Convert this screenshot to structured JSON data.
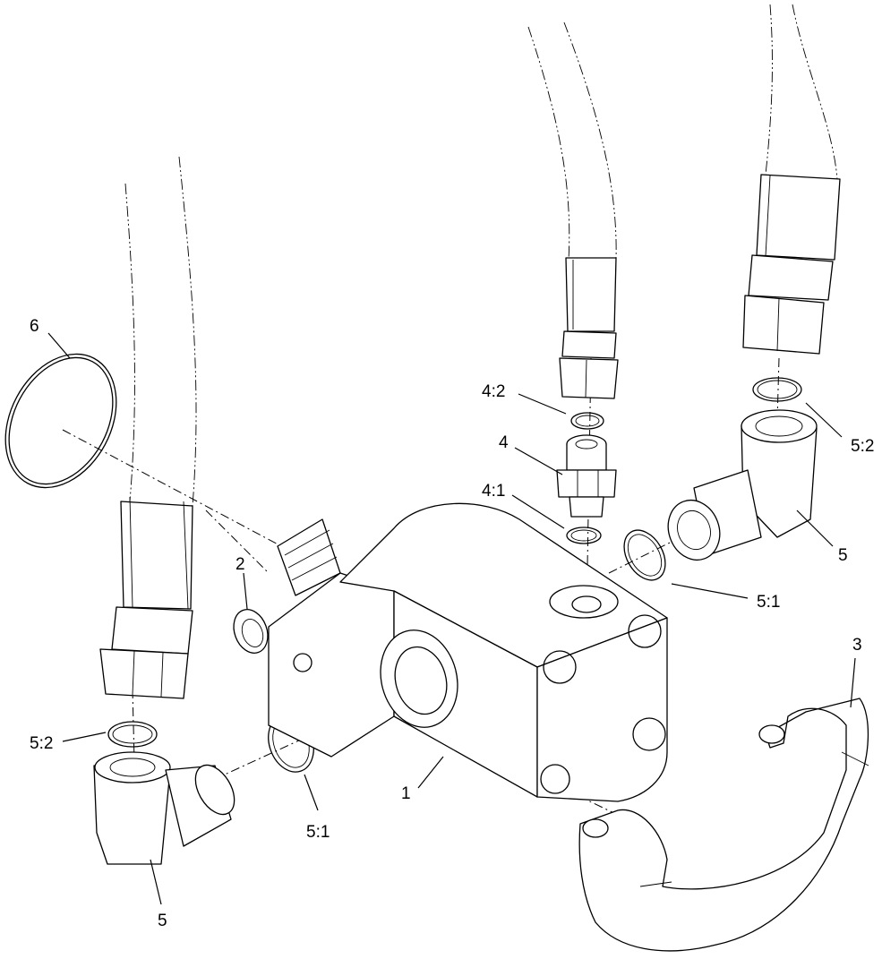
{
  "callouts": [
    {
      "id": "c6",
      "text": "6"
    },
    {
      "id": "c2",
      "text": "2"
    },
    {
      "id": "c1",
      "text": "1"
    },
    {
      "id": "c3",
      "text": "3"
    },
    {
      "id": "c4",
      "text": "4"
    },
    {
      "id": "c41",
      "text": "4:1"
    },
    {
      "id": "c42",
      "text": "4:2"
    },
    {
      "id": "c5left",
      "text": "5"
    },
    {
      "id": "c5right",
      "text": "5"
    },
    {
      "id": "c51left",
      "text": "5:1"
    },
    {
      "id": "c51right",
      "text": "5:1"
    },
    {
      "id": "c52left",
      "text": "5:2"
    },
    {
      "id": "c52right",
      "text": "5:2"
    }
  ]
}
